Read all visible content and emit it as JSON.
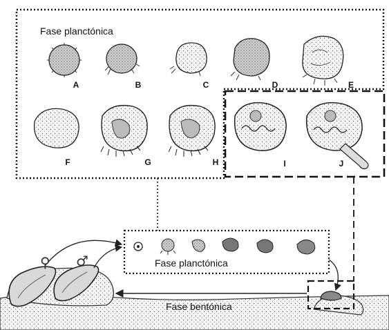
{
  "labels": {
    "top_phase": "Fase planctónica",
    "middle_phase": "Fase planctónica",
    "bottom_phase": "Fase bentónica"
  },
  "larval_stages": [
    "A",
    "B",
    "C",
    "D",
    "E",
    "F",
    "G",
    "H",
    "I",
    "J"
  ],
  "sex_symbols": {
    "female": "♀",
    "male": "♂"
  },
  "colors": {
    "line": "#111111",
    "texture": "#555555",
    "ground": "#f4f4f4",
    "shell": "#d9d9d9"
  }
}
